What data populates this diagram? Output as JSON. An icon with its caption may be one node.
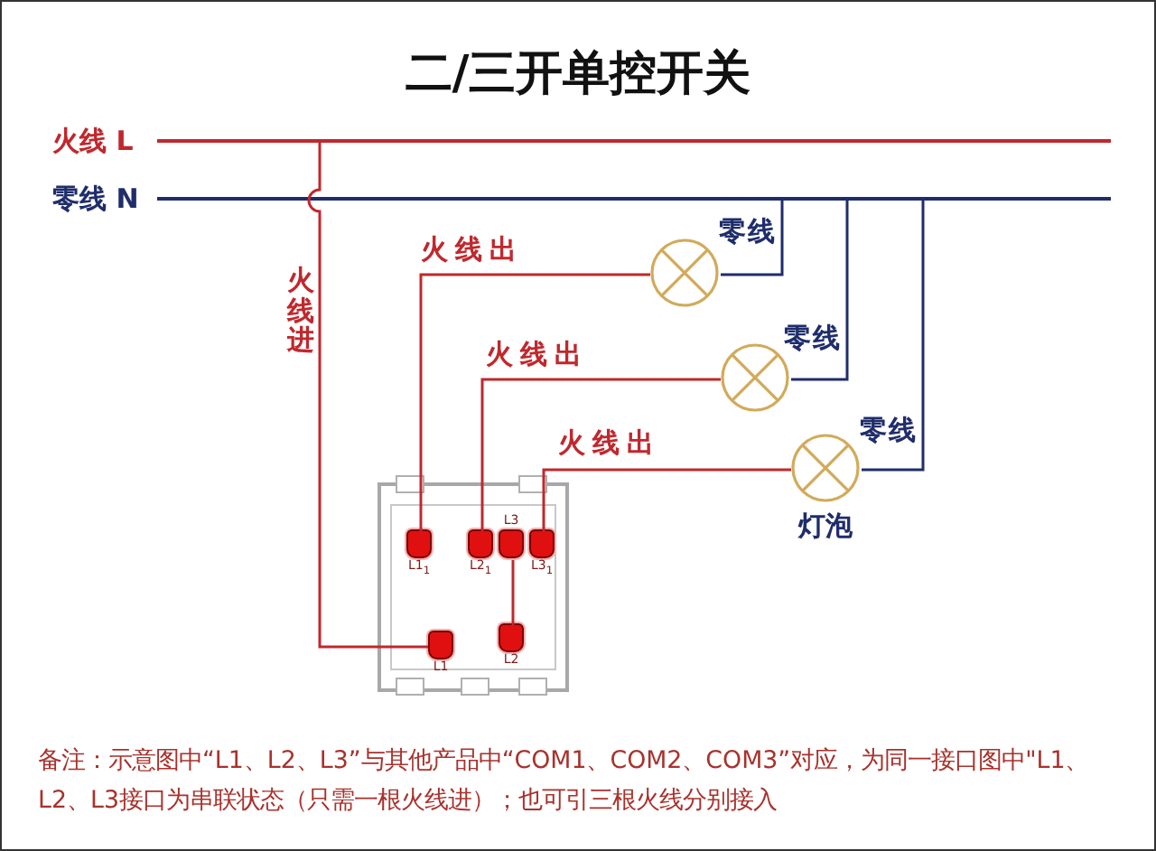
{
  "diagram": {
    "title": "二/三开单控开关",
    "caption": "备注：示意图中“L1、L2、L3”与其他产品中“COM1、COM2、COM3”对应，为同一接口图中\"L1、L2、L3接口为串联状态（只需一根火线进）；也可引三根火线分别接入",
    "nodes": [
      {
        "text": [
          "火线 L"
        ]
      },
      {
        "text": [
          "零线 N"
        ]
      },
      {
        "text": [],
        "shape": "box"
      },
      {
        "text": [
          "L1$_{1}$"
        ],
        "in": 2
      },
      {
        "text": [
          "L2$_{1}$"
        ],
        "in": 2
      },
      {
        "text": [
          "L3"
        ],
        "in": 2
      },
      {
        "text": [
          "L3$_{1}$"
        ],
        "in": 2
      },
      {
        "text": [
          "L1"
        ],
        "in": 2
      },
      {
        "text": [
          "L2"
        ],
        "in": 2
      },
      {
        "text": [],
        "shape": "circle"
      },
      {
        "text": [],
        "shape": "circle"
      },
      {
        "text": [],
        "shape": "circle",
        "beside": [
          "灯泡"
        ]
      }
    ],
    "edges": [
      {
        "from": 0,
        "to": 7,
        "arrow": "none",
        "label": "火线进"
      },
      {
        "from": 3,
        "to": 9,
        "arrow": "none",
        "label": "火线出"
      },
      {
        "from": 4,
        "to": 10,
        "arrow": "none",
        "label": "火线出"
      },
      {
        "from": 6,
        "to": 11,
        "arrow": "none",
        "label": "火线出"
      },
      {
        "from": 9,
        "to": 1,
        "arrow": "none",
        "label": "零线",
        "color": "#1f2d6b"
      },
      {
        "from": 10,
        "to": 1,
        "arrow": "none",
        "label": "零线",
        "color": "#1f2d6b"
      },
      {
        "from": 11,
        "to": 1,
        "arrow": "none",
        "label": "零线",
        "color": "#1f2d6b"
      },
      {
        "from": 5,
        "to": 8,
        "arrow": "none"
      }
    ]
  }
}
